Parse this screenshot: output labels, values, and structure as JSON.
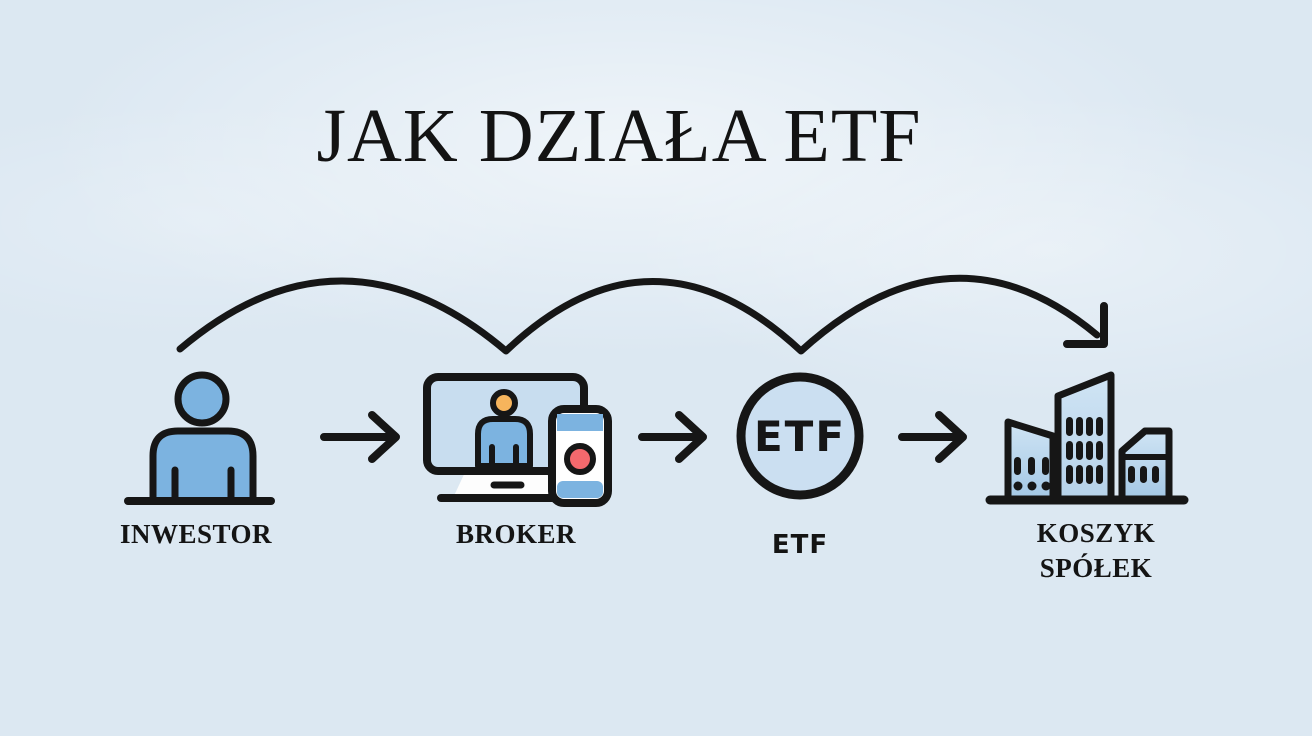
{
  "title": "JAK DZIAŁA ETF",
  "nodes": [
    {
      "id": "inwestor",
      "label": "INWESTOR",
      "icon": "investor-person-icon"
    },
    {
      "id": "broker",
      "label": "BROKER",
      "icon": "monitor-and-phone-icon"
    },
    {
      "id": "etf",
      "label": "ETF",
      "circle_text": "ETF",
      "icon": "etf-circle-badge-icon"
    },
    {
      "id": "koszyk-spolek",
      "label_line1": "KOSZYK",
      "label_line2": "SPÓŁEK",
      "icon": "company-buildings-icon"
    }
  ],
  "connections": [
    {
      "from": "inwestor",
      "to": "broker",
      "style": "straight-arrow"
    },
    {
      "from": "broker",
      "to": "etf",
      "style": "straight-arrow"
    },
    {
      "from": "etf",
      "to": "koszyk-spolek",
      "style": "straight-arrow"
    },
    {
      "from": "inwestor",
      "to": "koszyk-spolek",
      "style": "hop-curve-arrow"
    }
  ],
  "colors": {
    "background": "#dce8f2",
    "outline": "#161616",
    "text": "#131313",
    "icon_blue": "#7cb3e0",
    "screen_blue": "#c8ddef",
    "etf_fill": "#cbdff1",
    "head_orange": "#f6b45c",
    "dot_red": "#f4696d",
    "stand_white": "#fdfdfd",
    "phone_white": "#ffffff",
    "building_top": "#cfe4f4",
    "building_bottom": "#a3c7e5"
  }
}
